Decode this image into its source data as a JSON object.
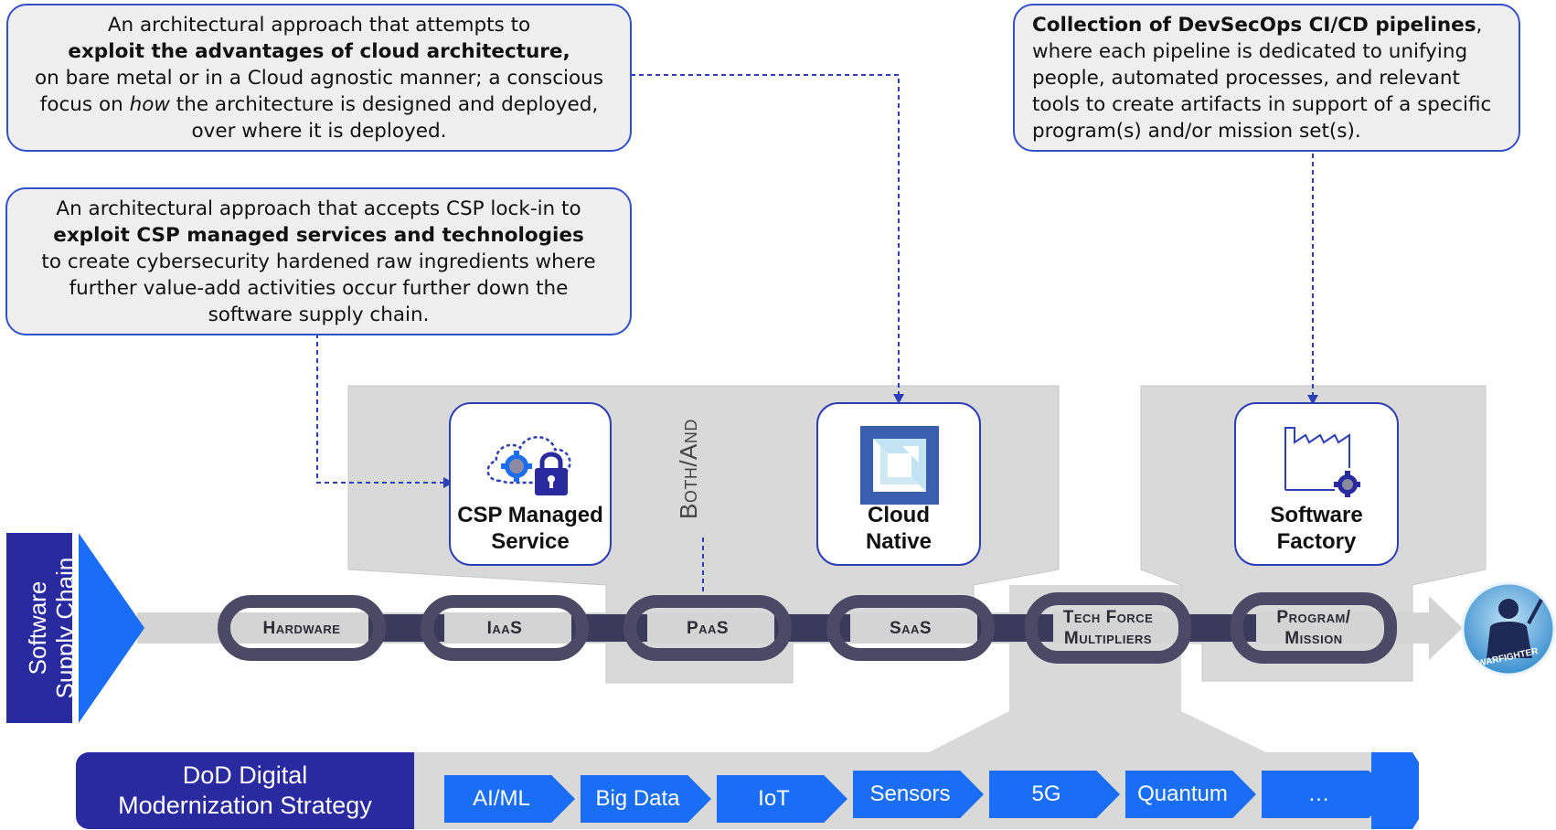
{
  "callouts": {
    "cloud_native_desc": {
      "lines": [
        {
          "text": "An architectural approach that attempts to"
        },
        {
          "bold": "exploit the advantages of cloud architecture,"
        },
        {
          "text": "on bare metal or in a Cloud agnostic manner; a conscious"
        },
        {
          "pre": "focus on ",
          "italic": "how",
          "post": " the architecture is designed and deployed,"
        },
        {
          "text": "over where it is deployed."
        }
      ]
    },
    "csp_desc": {
      "lines": [
        {
          "text": "An architectural approach that accepts CSP lock-in to"
        },
        {
          "bold": "exploit CSP managed services and technologies"
        },
        {
          "text": "to create cybersecurity hardened raw ingredients where"
        },
        {
          "text": "further value-add activities occur further down the"
        },
        {
          "text": "software supply chain."
        }
      ]
    },
    "software_factory_desc": {
      "lines": [
        {
          "bold": "Collection of DevSecOps CI/CD pipelines",
          "post": ","
        },
        {
          "text": "where each pipeline is dedicated to unifying"
        },
        {
          "text": "people, automated processes, and relevant"
        },
        {
          "text": "tools to create artifacts in support of a specific"
        },
        {
          "text": "program(s) and/or mission set(s)."
        }
      ]
    }
  },
  "tiles": {
    "csp": {
      "line1": "CSP Managed",
      "line2": "Service",
      "icon": "cloud-gear-lock-icon"
    },
    "cloud_native": {
      "line1": "Cloud",
      "line2": "Native",
      "icon": "cncf-cloud-native-icon"
    },
    "software_factory": {
      "line1": "Software",
      "line2": "Factory",
      "icon": "factory-gear-icon"
    }
  },
  "both_and": "Both/And",
  "supply_chain_label": {
    "line1": "Software",
    "line2": "Supply Chain"
  },
  "chain_links": [
    {
      "line1": "Hardware"
    },
    {
      "line1": "IaaS"
    },
    {
      "line1": "PaaS"
    },
    {
      "line1": "SaaS"
    },
    {
      "line1": "Tech Force",
      "line2": "Multipliers"
    },
    {
      "line1": "Program/",
      "line2": "Mission"
    }
  ],
  "warfighter": {
    "label": "WARFIGHTER",
    "icon": "warfighter-badge-icon"
  },
  "dod": {
    "line1": "DoD Digital",
    "line2": "Modernization Strategy"
  },
  "technologies": [
    "AI/ML",
    "Big Data",
    "IoT",
    "Sensors",
    "5G",
    "Quantum",
    "…"
  ],
  "colors": {
    "brand_blue": "#1a6ef5",
    "navy": "#2a2aa0",
    "link_dark": "#4a4a66",
    "panel_grey": "#d9d9d9",
    "box_border": "#3350c8"
  }
}
